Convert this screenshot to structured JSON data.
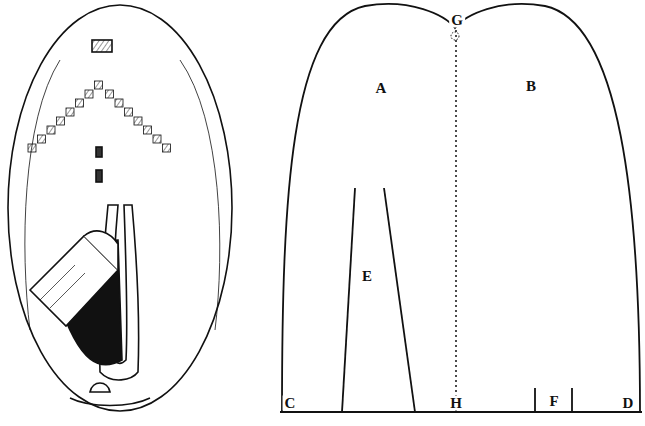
{
  "diagram": {
    "labels": [
      "G",
      "A",
      "B",
      "E",
      "C",
      "H",
      "F",
      "D"
    ]
  }
}
